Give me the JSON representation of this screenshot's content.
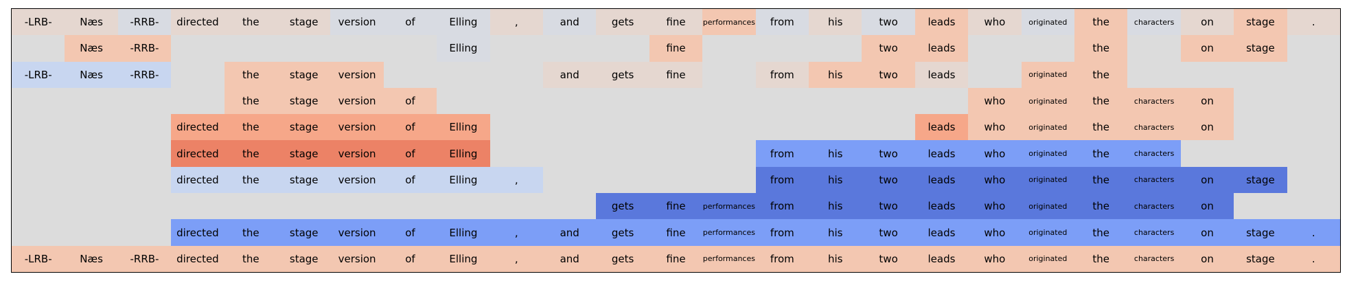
{
  "chart_data": {
    "type": "heatmap",
    "tokens": [
      "-LRB-",
      "Næs",
      "-RRB-",
      "directed",
      "the",
      "stage",
      "version",
      "of",
      "Elling",
      ",",
      "and",
      "gets",
      "fine",
      "performances",
      "from",
      "his",
      "two",
      "leads",
      "who",
      "originated",
      "the",
      "characters",
      "on",
      "stage",
      "."
    ],
    "colors": {
      "0": "#dcdcdc",
      "a": "#e5d7d0",
      "b": "#d8dbe2",
      "c": "#f3c7b1",
      "d": "#c8d6f0",
      "e": "#f6a789",
      "f": "#ec8266",
      "g": "#7c9ef7",
      "h": "#5a78dc"
    },
    "rows": [
      "aabaaabbbabaacbabcabcbaca",
      "0cc00000b000c000cc00c0cc0",
      "ddd0ccc000aaa0acca0cc0000",
      "0000cccc0000000000ccccc00",
      "000eeeeee00000000eccccc00",
      "000ffffff00000gggggggg000",
      "000ddddddd0000hhhhhhhhhh0",
      "00000000000hhhhhhhhhhhh00",
      "000gggggggggggggggggggggg",
      "ccccccccccccccccccccccccc"
    ]
  }
}
